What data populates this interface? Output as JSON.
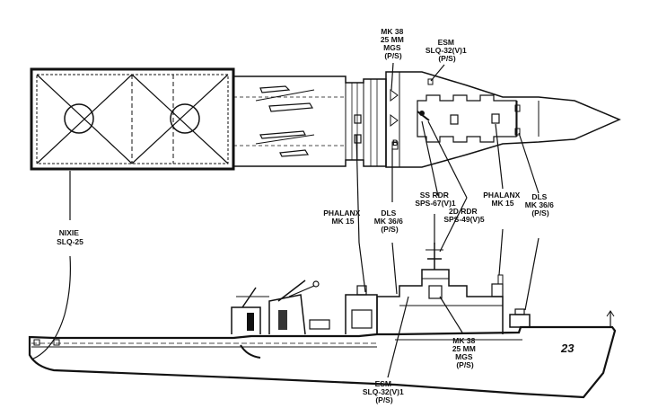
{
  "labels": {
    "mk38_top": [
      "MK 38",
      "25 MM",
      "MGS",
      "(P/S)"
    ],
    "esm_top": [
      "ESM",
      "SLQ-32(V)1",
      "(P/S)"
    ],
    "ss_rdr": [
      "SS RDR",
      "SPS-67(V)1"
    ],
    "phalanx_left": [
      "PHALANX",
      "MK 15"
    ],
    "dls_left": [
      "DLS",
      "MK 36/6",
      "(P/S)"
    ],
    "twod_rdr": [
      "2D RDR",
      "SPS-49(V)5"
    ],
    "phalanx_right": [
      "PHALANX",
      "MK 15"
    ],
    "dls_right": [
      "DLS",
      "MK 36/6",
      "(P/S)"
    ],
    "nixie": [
      "NIXIE",
      "SLQ-25"
    ],
    "mk38_bottom": [
      "MK 38",
      "25 MM",
      "MGS",
      "(P/S)"
    ],
    "esm_bottom": [
      "ESM",
      "SLQ-32(V)1",
      "(P/S)"
    ],
    "hull_number": "23"
  },
  "colors": {
    "ink": "#111111",
    "paper": "#ffffff"
  }
}
